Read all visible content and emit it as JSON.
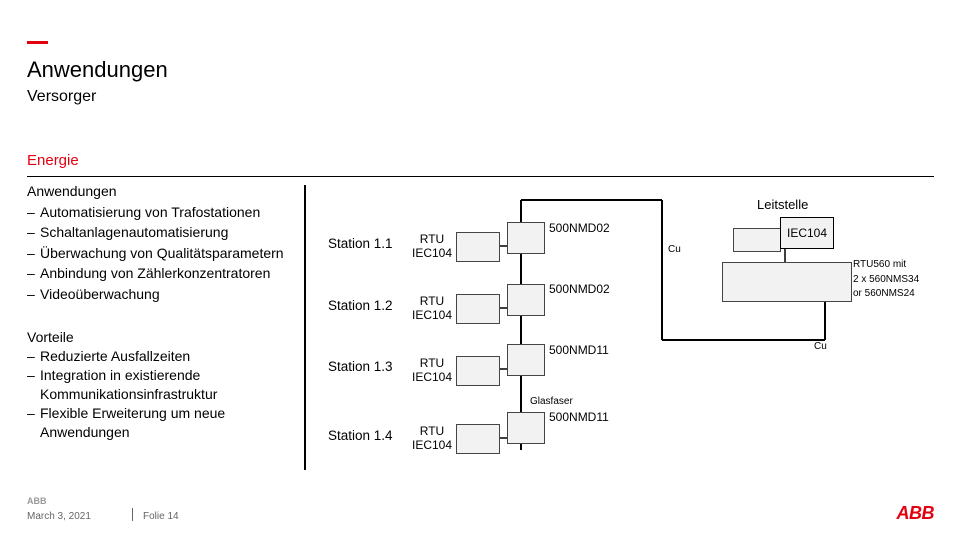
{
  "header": {
    "title": "Anwendungen",
    "subtitle": "Versorger",
    "section": "Energie"
  },
  "left": {
    "apps_heading": "Anwendungen",
    "apps": [
      "Automatisierung von Trafostationen",
      "Schaltanlagenautomatisierung",
      "Überwachung von Qualitätsparametern",
      "Anbindung von Zählerkonzentratoren",
      "Videoüberwachung"
    ],
    "adv_heading": "Vorteile",
    "advantages": [
      "Reduzierte Ausfallzeiten",
      "Integration in existierende Kommunikationsinfrastruktur",
      "Flexible Erweiterung um neue Anwendungen"
    ]
  },
  "diagram": {
    "stations": [
      "Station 1.1",
      "Station 1.2",
      "Station 1.3",
      "Station 1.4"
    ],
    "rtu_label": "RTU",
    "protocol": "IEC104",
    "devices": [
      "500NMD02",
      "500NMD02",
      "500NMD11",
      "500NMD11"
    ],
    "leitstelle": "Leitstelle",
    "leitstelle_protocol": "IEC104",
    "cu_label_1": "Cu",
    "cu_label_2": "Cu",
    "glasfaser": "Glasfaser",
    "rtu560_lines": [
      "RTU560 mit",
      "2 x 560NMS34",
      "or 560NMS24"
    ]
  },
  "footer": {
    "date": "March 3, 2021",
    "page": "Folie 14",
    "brand": "ABB"
  },
  "colors": {
    "accent": "#e3000f",
    "line": "#000000"
  }
}
